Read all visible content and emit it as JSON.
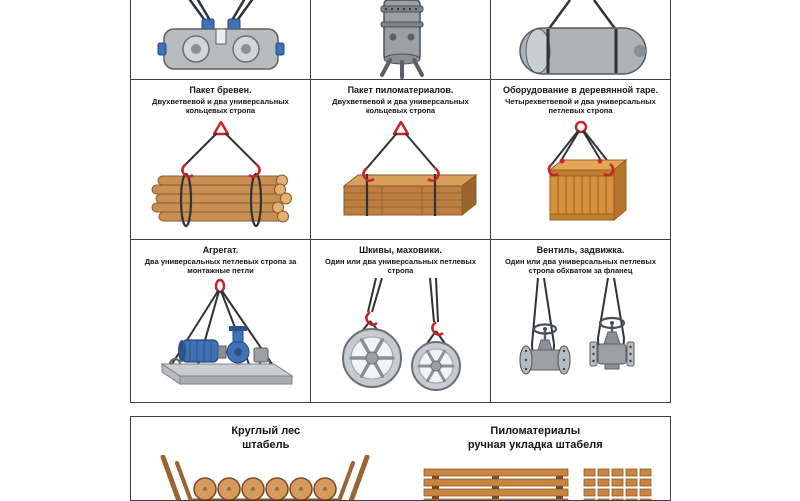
{
  "colors": {
    "rigging_red": "#c8242b",
    "sling_dark": "#2e3338",
    "machine_blue": "#3f72b5",
    "wood_tan": "#cf9053",
    "metal_gray": "#b0b5ba",
    "text": "#15151c",
    "border": "#3f3f46"
  },
  "grid": {
    "row1": [
      {
        "illustration": "crane-hook-block"
      },
      {
        "illustration": "vertical-vessel"
      },
      {
        "illustration": "horizontal-tank"
      }
    ],
    "row2": [
      {
        "title": "Пакет бревен.",
        "desc": "Двухветвевой и два универсальных кольцевых стропа",
        "illustration": "log-bundle"
      },
      {
        "title": "Пакет пиломатериалов.",
        "desc": "Двухветвевой и два универсальных кольцевых стропа",
        "illustration": "lumber-package"
      },
      {
        "title": "Оборудование в деревянной таре.",
        "desc": "Четырехветвевой и два универсальных петлевых стропа",
        "illustration": "equipment-in-wooden-crate"
      }
    ],
    "row3": [
      {
        "title": "Агрегат.",
        "desc": "Два универсальных петлевых стропа за монтажные петли",
        "illustration": "pump-unit"
      },
      {
        "title": "Шкивы, маховики.",
        "desc": "Один или два универсальных петлевых стропа",
        "illustration": "pulleys-flywheels"
      },
      {
        "title": "Вентиль, задвижка.",
        "desc": "Один или два универсальных петлевых стропа обхватом за фланец",
        "illustration": "valves"
      }
    ]
  },
  "bottom": {
    "left": {
      "title": "Круглый лес",
      "subtitle": "штабель",
      "illustration": "round-timber-stack"
    },
    "right": {
      "title": "Пиломатериалы",
      "subtitle": "ручная укладка штабеля",
      "illustration": "lumber-manual-stacking"
    }
  }
}
